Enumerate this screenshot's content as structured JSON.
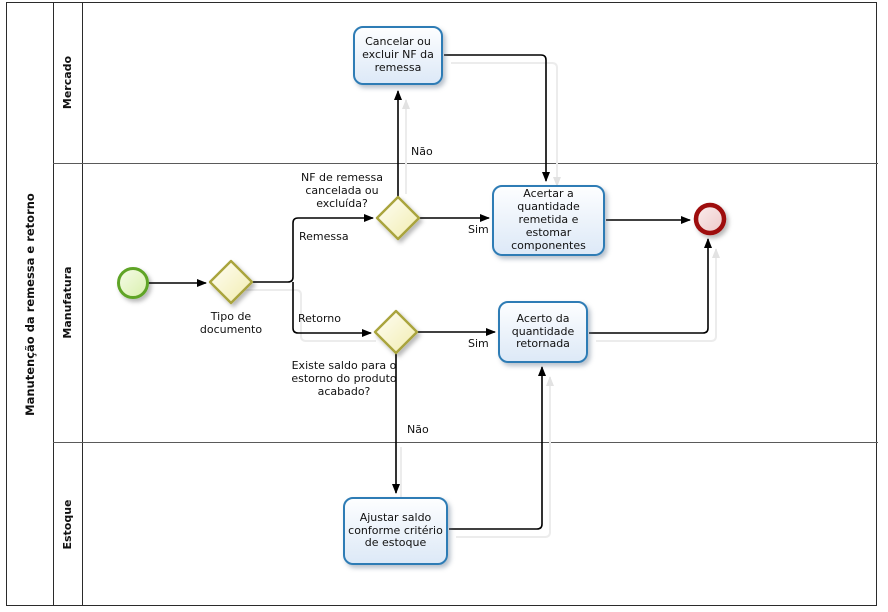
{
  "pool": {
    "title": "Manutenção da remessa e retorno"
  },
  "lanes": [
    {
      "label": "Mercado"
    },
    {
      "label": "Manufatura"
    },
    {
      "label": "Estoque"
    }
  ],
  "tasks": [
    {
      "id": "cancelar-nf",
      "label": "Cancelar ou excluir NF da remessa"
    },
    {
      "id": "acertar-quantidade",
      "label": "Acertar a quantidade remetida e estomar componentes"
    },
    {
      "id": "acerto-quantidade-retornada",
      "label": "Acerto da quantidade retornada"
    },
    {
      "id": "ajustar-saldo",
      "label": "Ajustar saldo conforme critério de estoque"
    }
  ],
  "gateways": [
    {
      "id": "tipo-documento",
      "label": "Tipo de documento"
    },
    {
      "id": "nf-remessa-cancelada",
      "label": "NF de remessa cancelada ou excluída?"
    },
    {
      "id": "existe-saldo",
      "label": "Existe saldo para o estorno do produto acabado?"
    }
  ],
  "edge_labels": {
    "remessa": "Remessa",
    "retorno": "Retorno",
    "sim_remessa": "Sim",
    "nao_remessa": "Não",
    "sim_retorno": "Sim",
    "nao_retorno": "Não"
  },
  "colors": {
    "task_border": "#2e7cb5",
    "gateway_border": "#a9a43c",
    "start_event_border": "#5fa428",
    "end_event_border": "#9e0c0c",
    "flow_line": "#000000"
  }
}
